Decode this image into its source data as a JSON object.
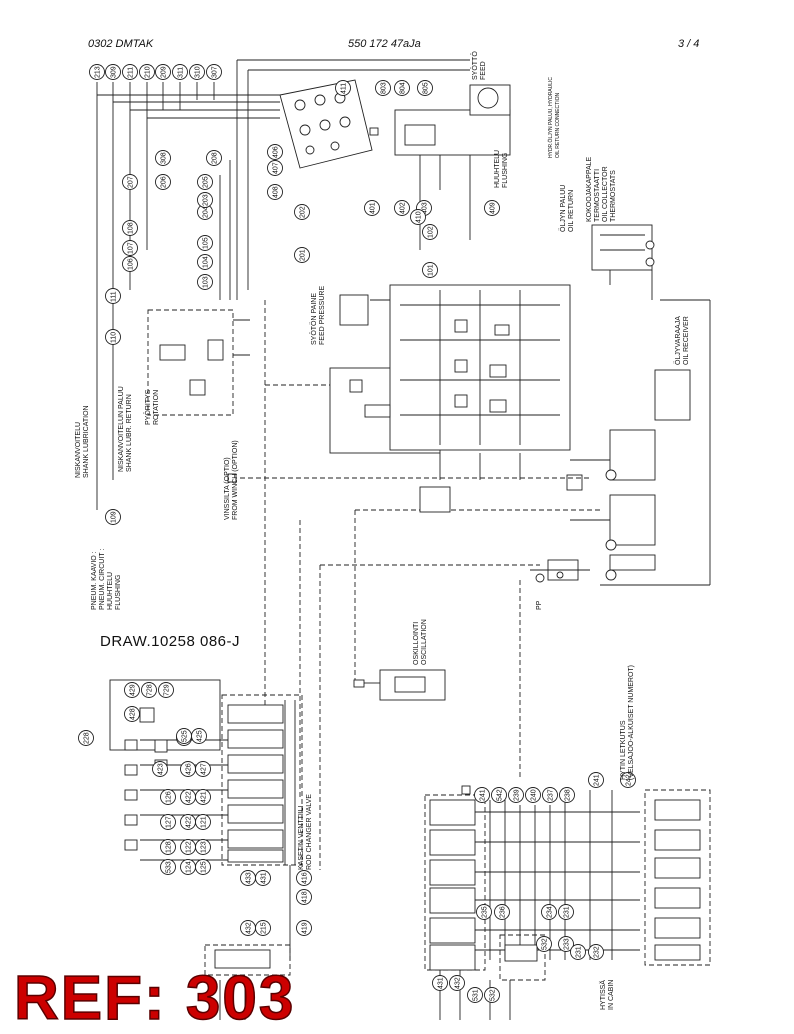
{
  "header": {
    "left": "0302 DMTAK",
    "center": "550 172 47aJa",
    "right": "3 /  4"
  },
  "drawing_number": "DRAW.10258 086-J",
  "ref_label": "REF: 303",
  "labels": {
    "syotto_feed": [
      "SYÖTTÖ",
      "FEED"
    ],
    "huuhtelu_flushing": [
      "HUUHTELU",
      "FLUSHING"
    ],
    "syoton_paine": [
      "SYÖTÖN PAINE",
      "FEED PRESSURE"
    ],
    "oljyn_paluu": [
      "ÖLJYN PALUU",
      "OIL RETURN"
    ],
    "kokoojakappale": [
      "KOKOOJAKAPPALE",
      "TERMOSTAATTI",
      "OIL COLLECTOR",
      "THERMOSTATS"
    ],
    "oljyvaraaja": [
      "ÖLJYVARAAJA",
      "OIL RECEIVER"
    ],
    "niskavoitelu": [
      "NISKANVOITELU",
      "SHANK LUBRICATION"
    ],
    "niskavoitelun_paluu": [
      "NISKANVOITELUN PALUU",
      "SHANK LUBR. RETURN"
    ],
    "pyoritys": [
      "PYÖRITYS",
      "ROTATION"
    ],
    "vinssilta": [
      "VINSSILTA (OPTIO)",
      "FROM WINCH (OPTION)"
    ],
    "pneuma": [
      "PNEUM. KAAVIO :",
      "PNEUM. CIRCUIT :",
      "HUUHTELU",
      "FLUSHING"
    ],
    "oskillointi": [
      "OSKILLOINTI",
      "OSCILLATION"
    ],
    "kasetin_venttiili": [
      "KASETIN VENTTIILI",
      "ROD CHANGER VALVE"
    ],
    "hytin_letkutus": [
      "HYTIN LETKUTUS",
      "(VELSAJOO-ALKUISET NUMEROT)"
    ],
    "hytissa": [
      "HYTISSÄ",
      "IN CABIN"
    ],
    "hydr_return": [
      "HYDR.ÖLJYN PALUU, HYDRAULIC",
      "OIL RETURN CONNECTION"
    ],
    "pp": "PP"
  },
  "bubbles_top": [
    "213",
    "309",
    "211",
    "210",
    "209",
    "311",
    "310",
    "307",
    "411",
    "803",
    "804",
    "805",
    "308",
    "207",
    "206",
    "205",
    "208",
    "204",
    "203",
    "108",
    "107",
    "105",
    "106",
    "104",
    "103",
    "406",
    "407",
    "408",
    "409",
    "401",
    "402",
    "403",
    "410",
    "102",
    "201",
    "202",
    "111",
    "110",
    "101",
    "109"
  ],
  "bubbles_lower_left": [
    "429",
    "728",
    "729",
    "428",
    "228",
    "424",
    "525",
    "425",
    "423",
    "426",
    "427",
    "422",
    "421",
    "422b",
    "121",
    "122",
    "123",
    "124",
    "125",
    "126",
    "127",
    "128",
    "533",
    "433",
    "431",
    "432",
    "215",
    "416",
    "418",
    "419"
  ],
  "bubbles_lower_right": [
    "241",
    "542",
    "239",
    "240",
    "237",
    "238",
    "241b",
    "242",
    "235",
    "236",
    "234",
    "231",
    "532",
    "233",
    "231b",
    "232",
    "431",
    "432",
    "531",
    "532"
  ]
}
